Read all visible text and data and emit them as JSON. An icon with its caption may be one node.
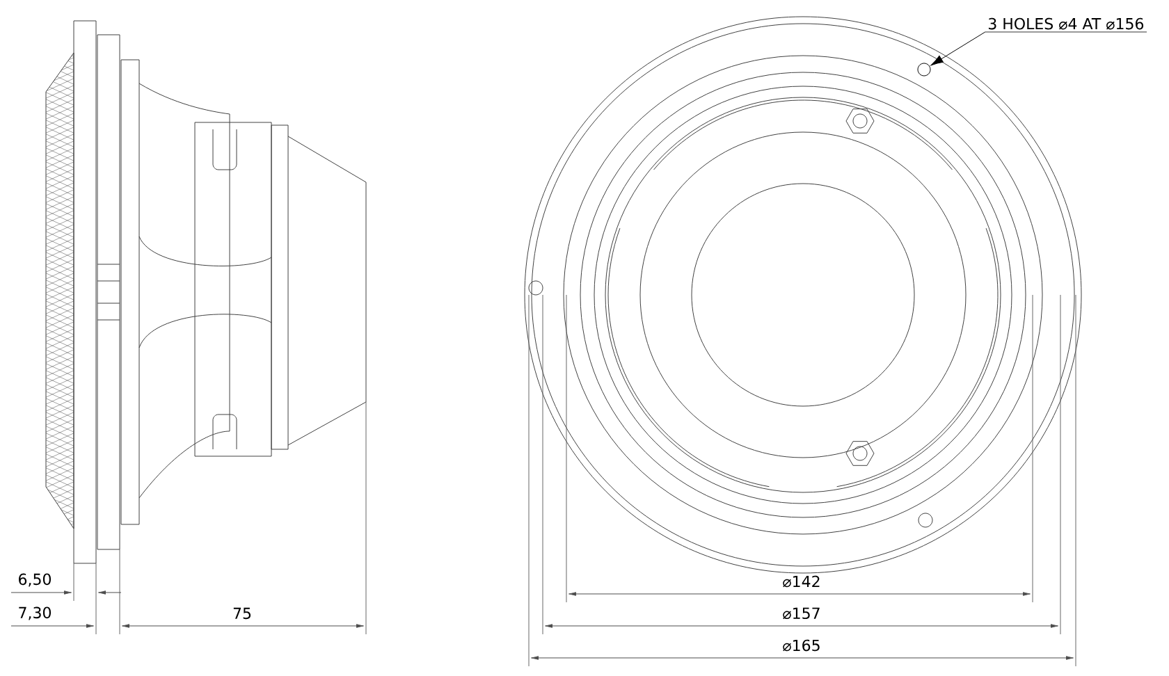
{
  "diagram": {
    "nodes": [
      {
        "text": [
          "3 HOLES ⌀4 AT ⌀156"
        ]
      },
      {
        "text": [],
        "shape": "circle"
      }
    ],
    "edges": [
      {
        "from": 0,
        "to": 1,
        "arrow": "to"
      }
    ],
    "labels": [
      "6,50",
      "7,30",
      "75",
      "⌀142",
      "⌀157",
      "⌀165"
    ]
  }
}
